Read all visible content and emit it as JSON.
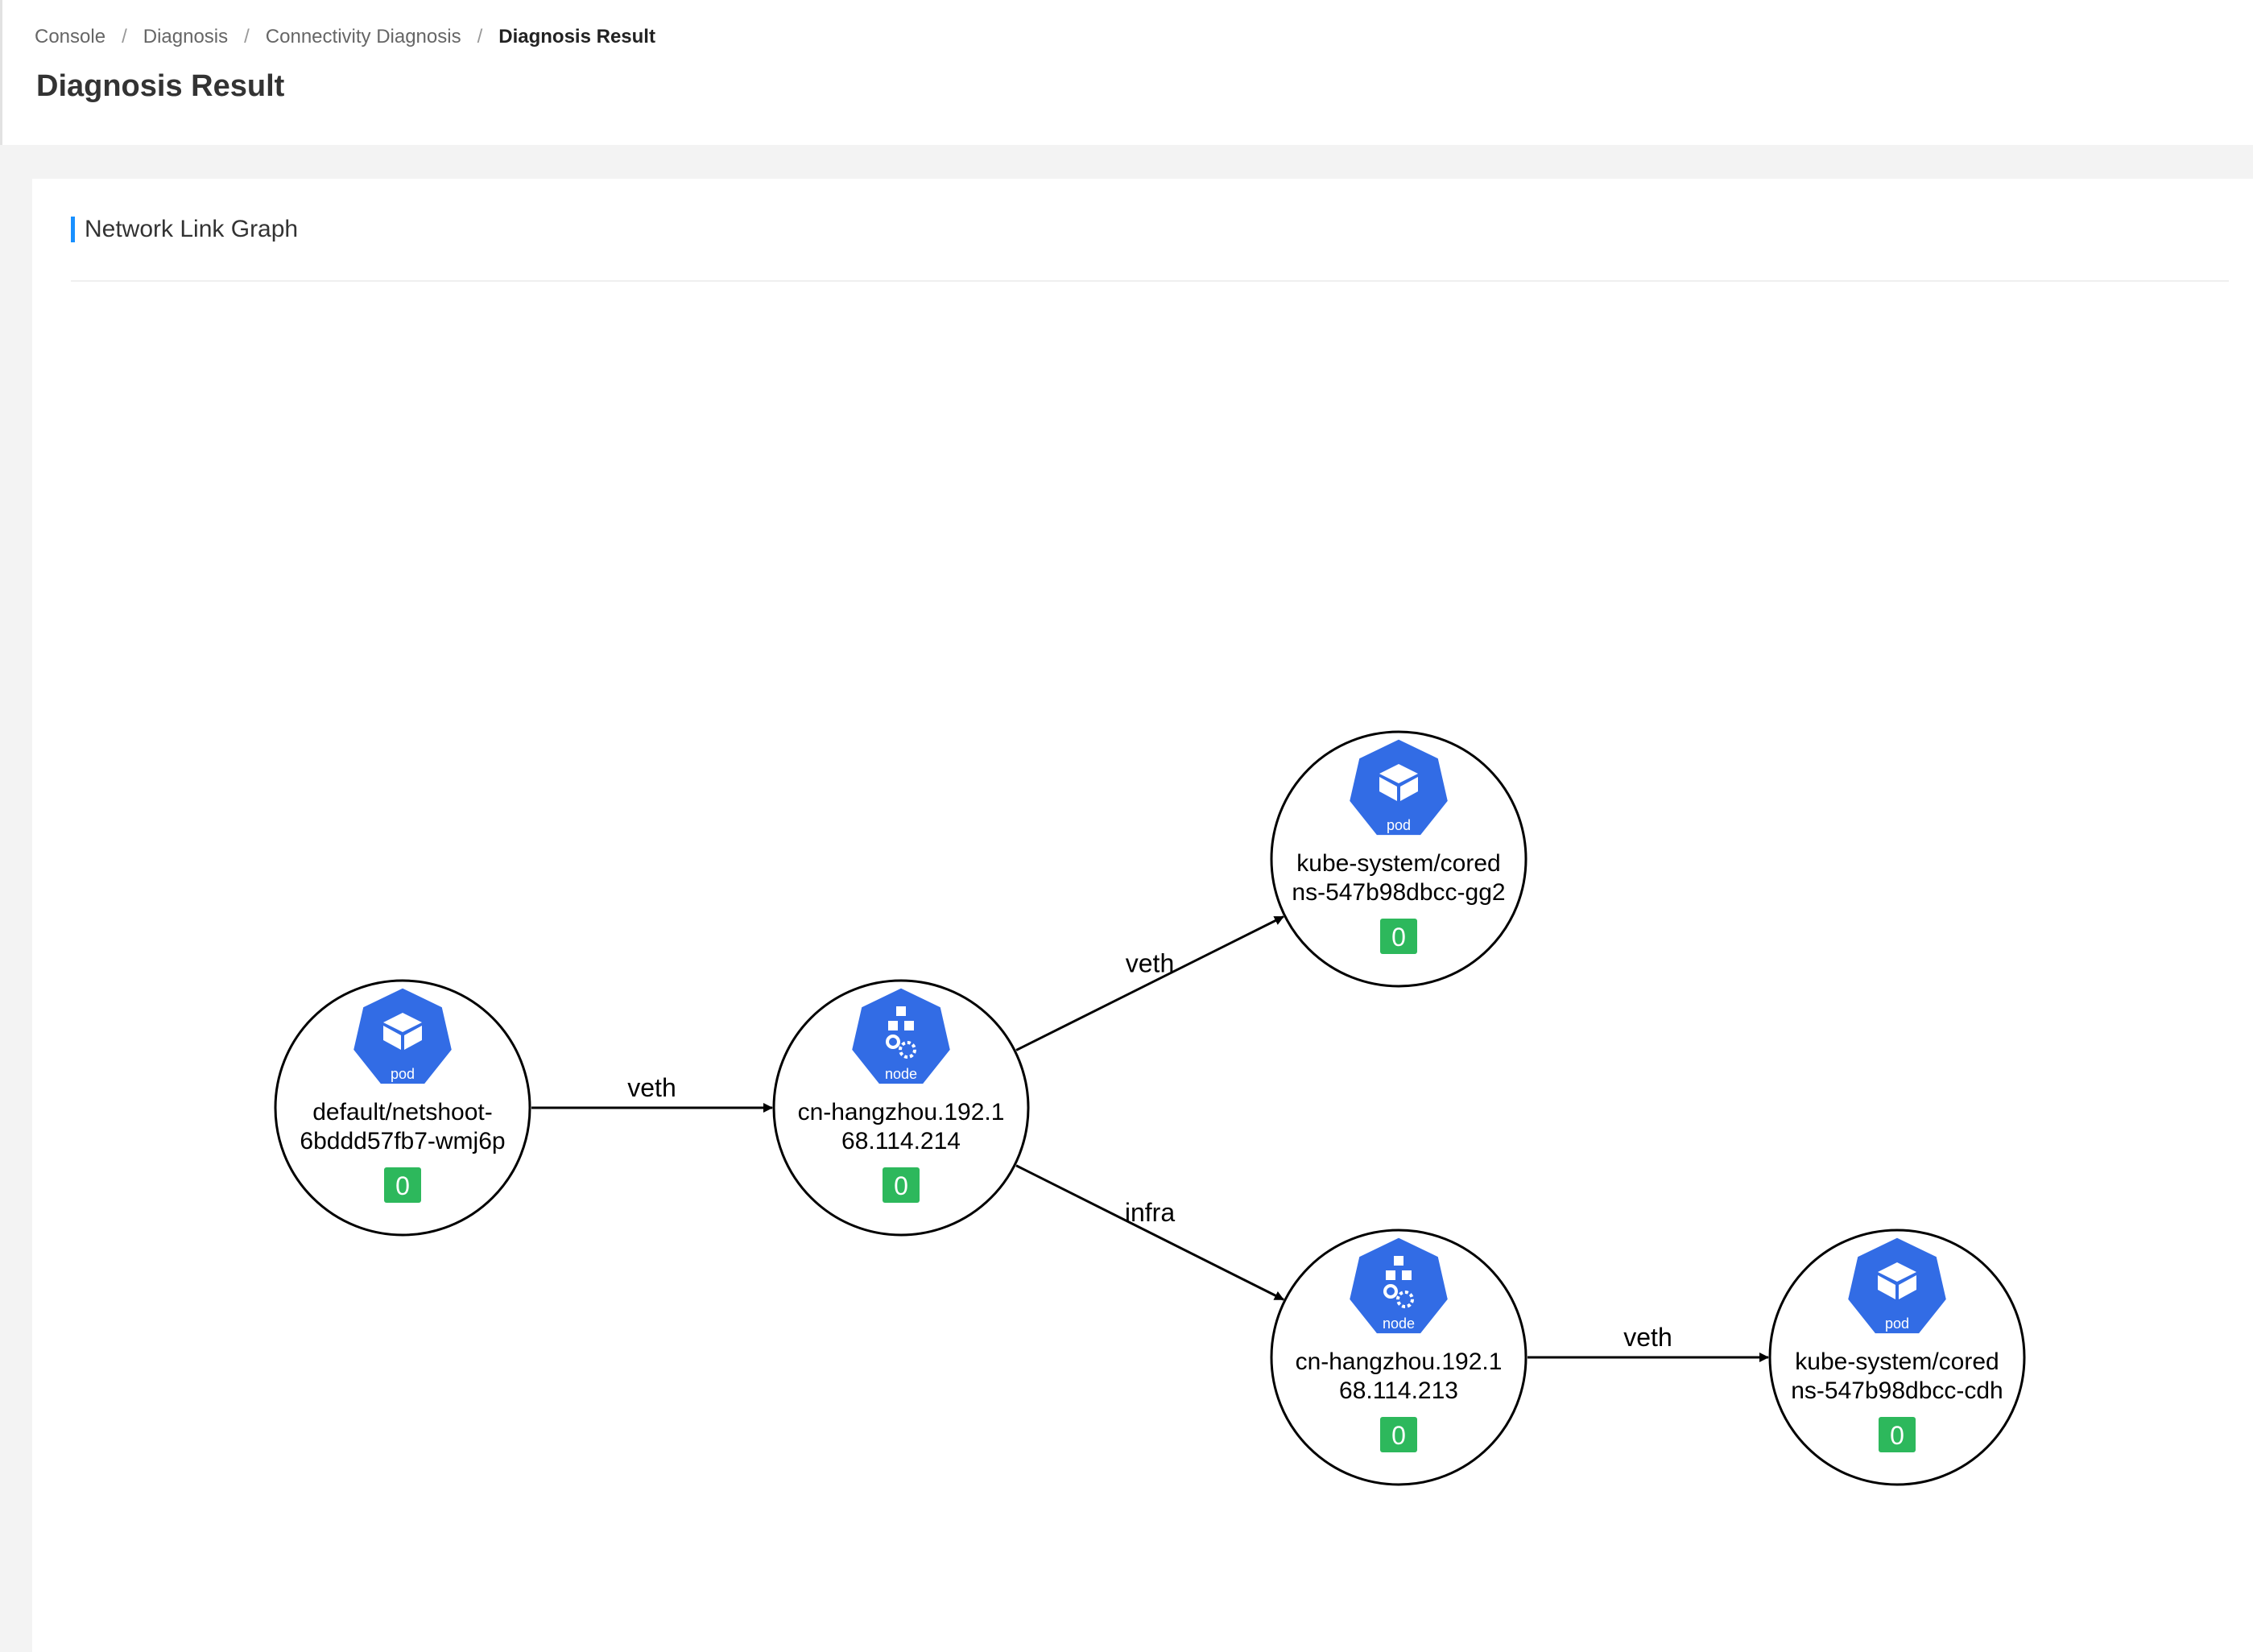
{
  "breadcrumb": {
    "items": [
      {
        "label": "Console"
      },
      {
        "label": "Diagnosis"
      },
      {
        "label": "Connectivity Diagnosis"
      },
      {
        "label": "Diagnosis Result"
      }
    ],
    "separator": "/"
  },
  "page_title": "Diagnosis Result",
  "panel": {
    "title": "Network Link Graph",
    "accent_color": "#1890ff"
  },
  "graph": {
    "badge_color": "#2db85c",
    "icon_color": "#326ce5",
    "nodes": [
      {
        "id": "n1",
        "type": "pod",
        "icon": "pod-icon",
        "line1": "default/netshoot-",
        "line2": "6bddd57fb7-wmj6p",
        "count": "0"
      },
      {
        "id": "n2",
        "type": "node",
        "icon": "node-icon",
        "line1": "cn-hangzhou.192.1",
        "line2": "68.114.214",
        "count": "0"
      },
      {
        "id": "n3",
        "type": "pod",
        "icon": "pod-icon",
        "line1": "kube-system/cored",
        "line2": "ns-547b98dbcc-gg2",
        "count": "0"
      },
      {
        "id": "n4",
        "type": "node",
        "icon": "node-icon",
        "line1": "cn-hangzhou.192.1",
        "line2": "68.114.213",
        "count": "0"
      },
      {
        "id": "n5",
        "type": "pod",
        "icon": "pod-icon",
        "line1": "kube-system/cored",
        "line2": "ns-547b98dbcc-cdh",
        "count": "0"
      }
    ],
    "edges": [
      {
        "from": "n1",
        "to": "n2",
        "label": "veth"
      },
      {
        "from": "n2",
        "to": "n3",
        "label": "veth"
      },
      {
        "from": "n2",
        "to": "n4",
        "label": "infra"
      },
      {
        "from": "n4",
        "to": "n5",
        "label": "veth"
      }
    ]
  }
}
